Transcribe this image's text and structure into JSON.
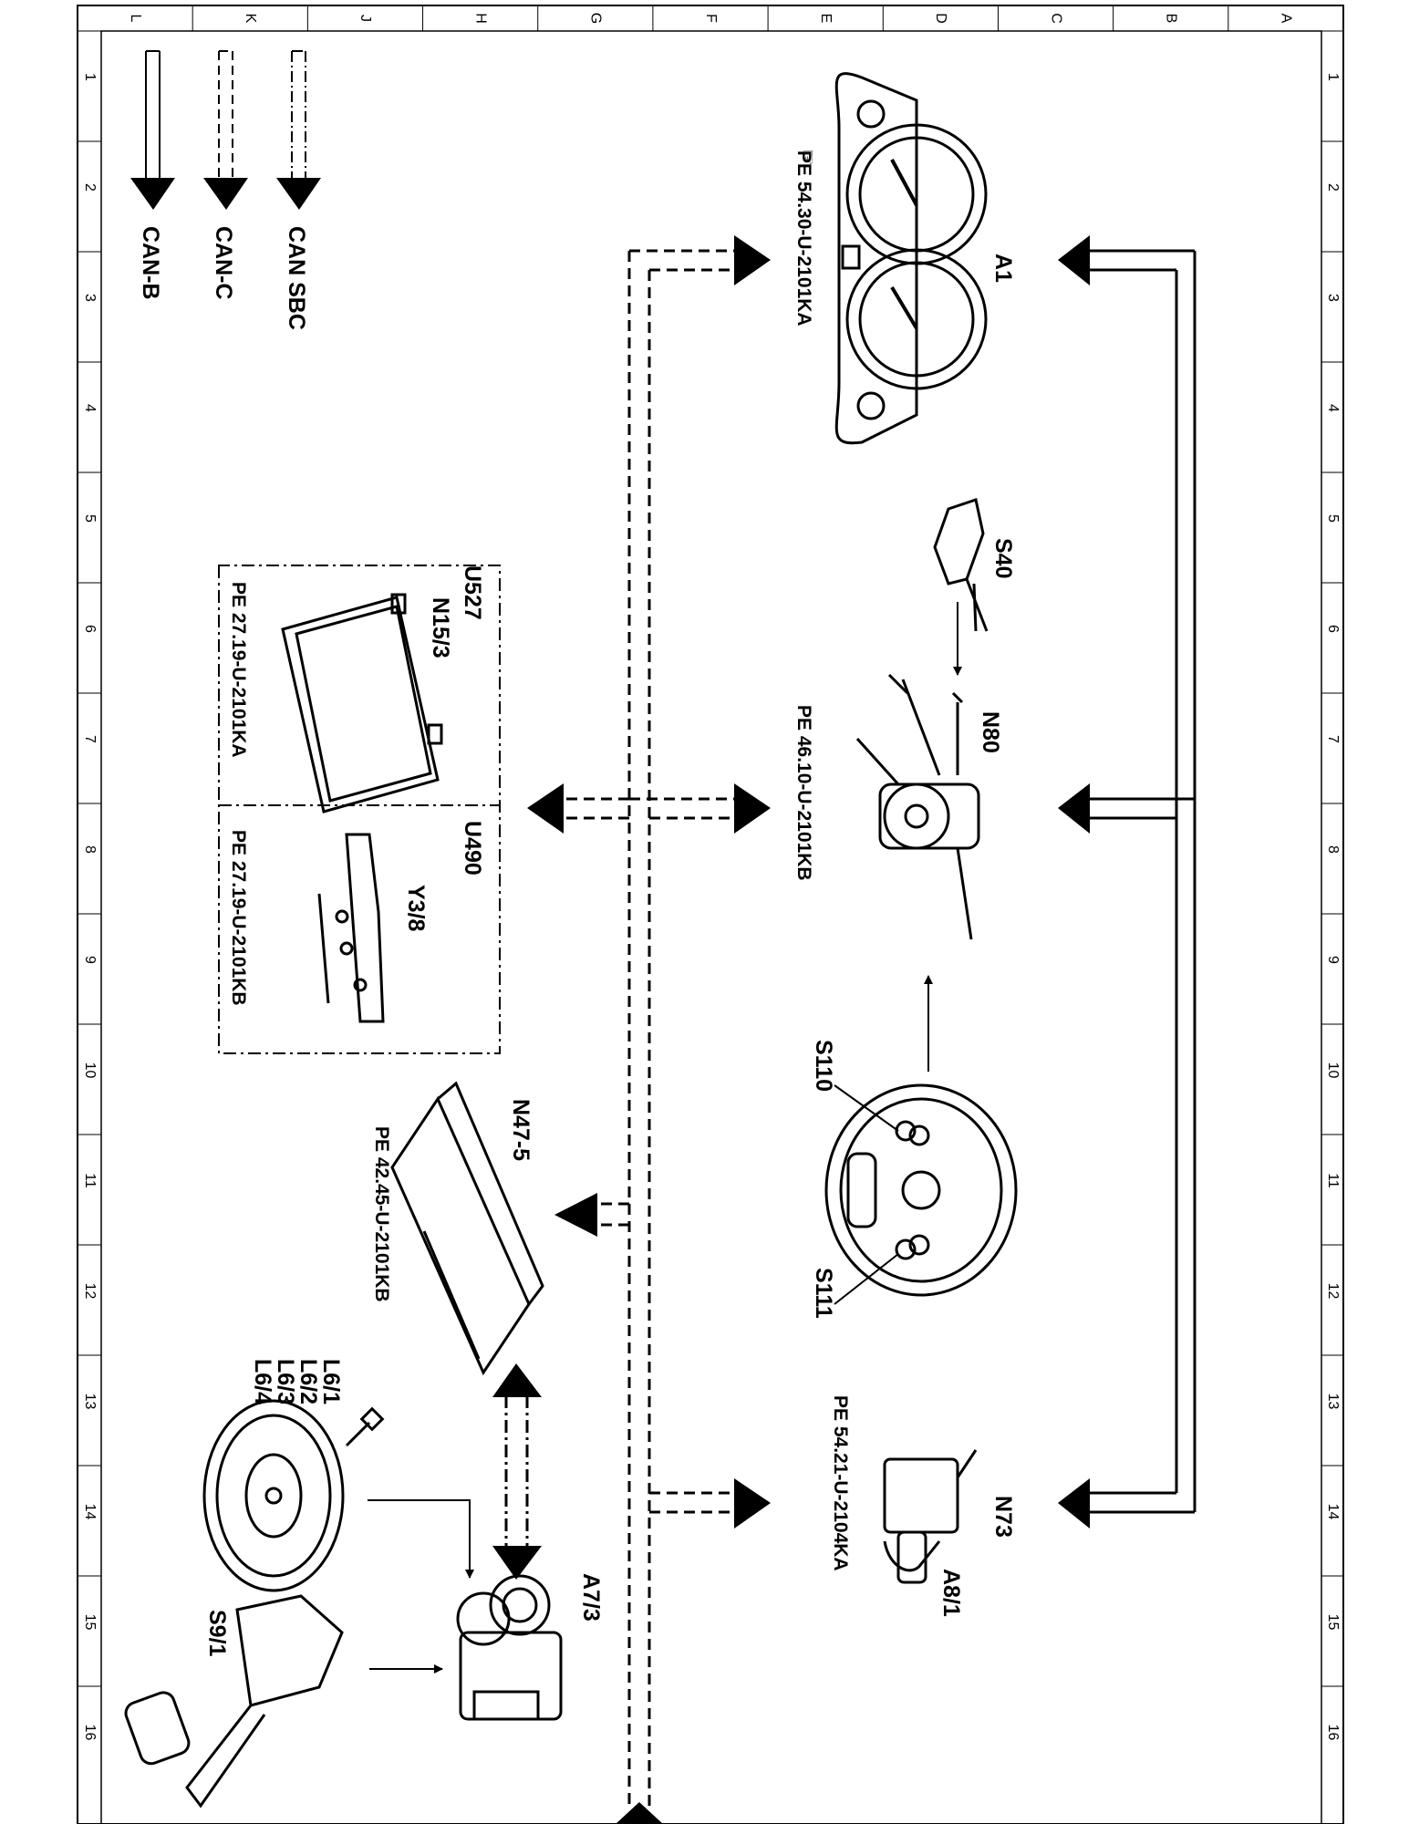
{
  "grid": {
    "columns": [
      "L",
      "K",
      "J",
      "H",
      "G",
      "F",
      "E",
      "D",
      "C",
      "B",
      "A"
    ],
    "rows": [
      "1",
      "2",
      "3",
      "4",
      "5",
      "6",
      "7",
      "8",
      "9",
      "10",
      "11",
      "12",
      "13",
      "14",
      "15",
      "16"
    ]
  },
  "legend": [
    {
      "id": "can-b",
      "label": "CAN-B"
    },
    {
      "id": "can-c",
      "label": "CAN-C"
    },
    {
      "id": "can-sbc",
      "label": "CAN SBC"
    }
  ],
  "components": {
    "a1": {
      "label": "A1",
      "ref": "PE 54.30-U-2101KA"
    },
    "s40": {
      "label": "S40"
    },
    "n80": {
      "label": "N80",
      "ref": "PE 46.10-U-2101KB"
    },
    "s110": {
      "label": "S110"
    },
    "s111": {
      "label": "S111"
    },
    "n73": {
      "label": "N73",
      "ref": "PE 54.21-U-2104KA"
    },
    "a8_1": {
      "label": "A8/1"
    },
    "u527": {
      "label": "U527"
    },
    "n15_3": {
      "label": "N15/3",
      "ref": "PE 27.19-U-2101KA"
    },
    "u490": {
      "label": "U490"
    },
    "y3_8": {
      "label": "Y3/8",
      "ref": "PE 27.19-U-2101KB"
    },
    "n47_5": {
      "label": "N47-5",
      "ref": "PE 42.45-U-2101KB"
    },
    "l6": {
      "labels": [
        "L6/1",
        "L6/2",
        "L6/3",
        "L6/4"
      ]
    },
    "a7_3": {
      "label": "A7/3"
    },
    "s9_1": {
      "label": "S9/1"
    }
  }
}
